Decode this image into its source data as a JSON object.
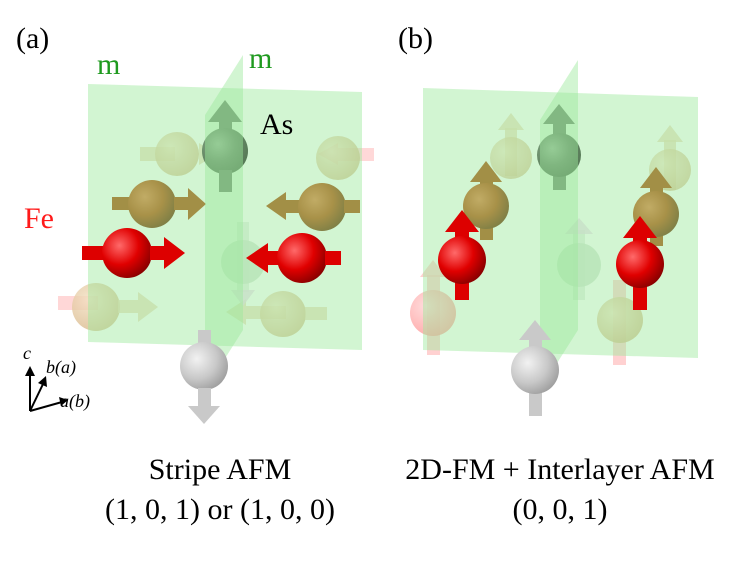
{
  "panels": {
    "a": {
      "label": "(a)",
      "caption_line1": "Stripe AFM",
      "caption_line2": "(1, 0, 1) or (1, 0, 0)"
    },
    "b": {
      "label": "(b)",
      "caption_line1": "2D-FM + Interlayer AFM",
      "caption_line2": "(0, 0, 1)"
    }
  },
  "labels": {
    "mirror_plane_1": "m",
    "mirror_plane_2": "m",
    "iron": "Fe",
    "arsenic": "As"
  },
  "axes": {
    "c": "c",
    "b": "b(a)",
    "a": "a(b)"
  },
  "colors": {
    "fe_front": "#ee0000",
    "fe_back": "#b83b00",
    "fe_faded": "#ffb3b3",
    "fe_faded_back": "#e7c9a0",
    "as_dark": "#3d3d3d",
    "as_faded": "#bdbdbd",
    "plane": "#9be89b"
  }
}
